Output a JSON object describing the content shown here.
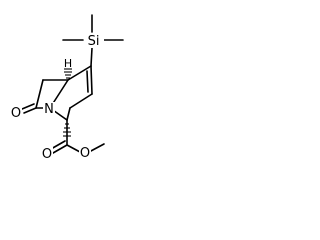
{
  "molecule": {
    "atoms": {
      "silicon": "Si",
      "h_stereo": "H",
      "nitrogen": "N",
      "oxo_oxygen": "O",
      "carbonyl_oxygen": "O",
      "ester_oxygen": "O"
    },
    "colors": {
      "bond": "#000000",
      "label": "#000000",
      "background": "#ffffff"
    }
  }
}
